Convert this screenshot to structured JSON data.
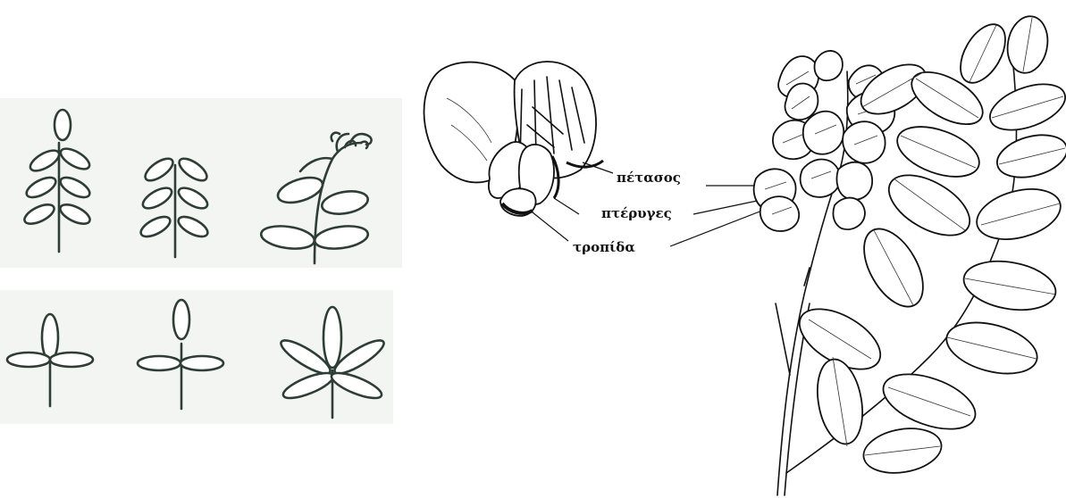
{
  "labels": {
    "petasos": "πέτασος",
    "pteryges": "πτέρυγες",
    "tropida": "τροπίδα"
  }
}
